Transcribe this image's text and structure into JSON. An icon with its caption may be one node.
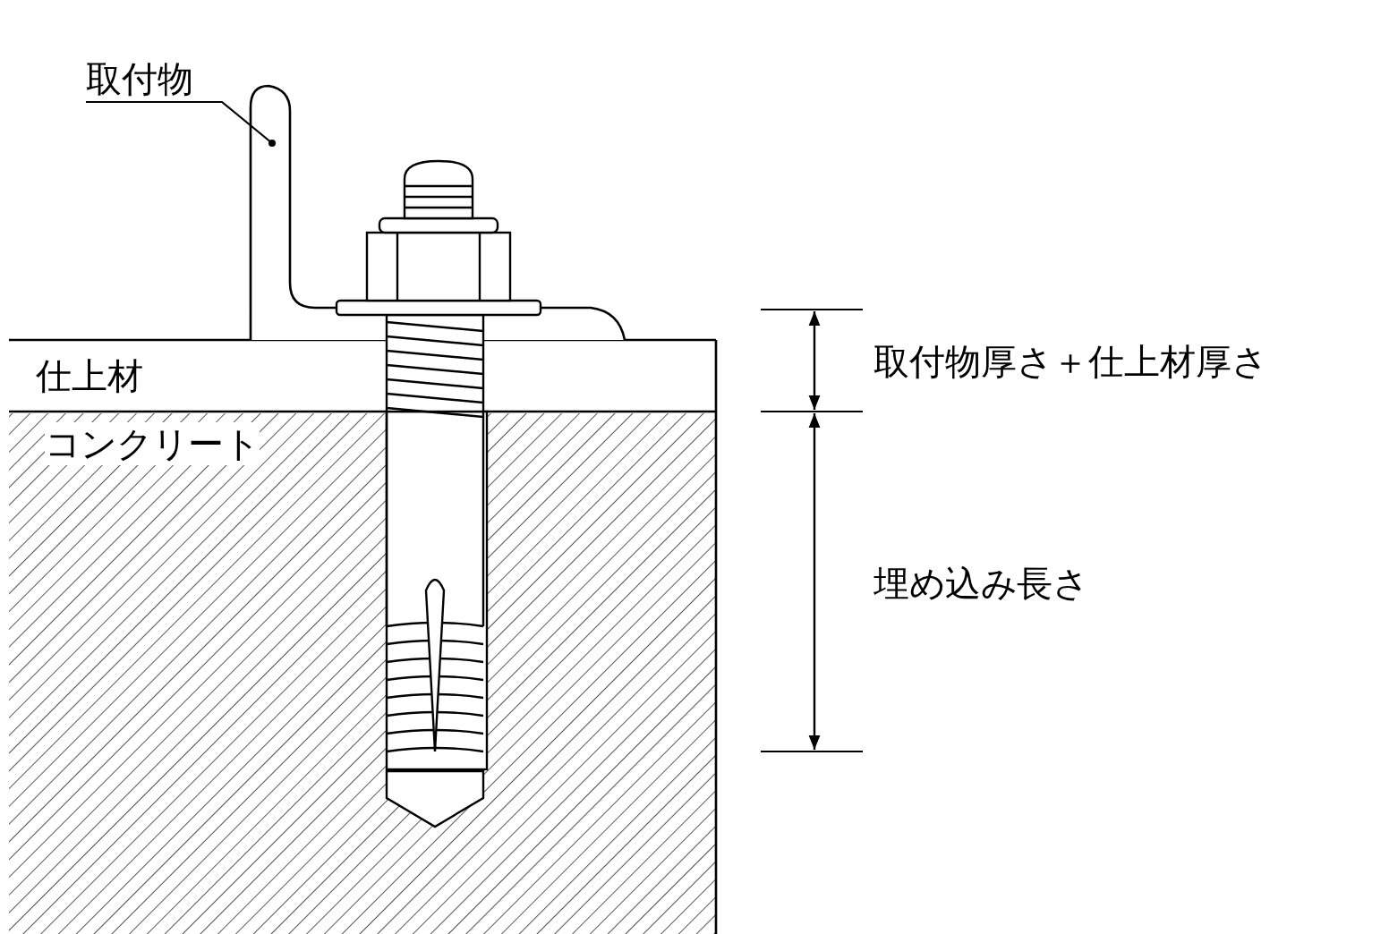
{
  "diagram": {
    "nodes": [
      {
        "text": [
          "取付物"
        ]
      },
      {
        "text": [],
        "shape": "picture"
      }
    ],
    "edges": [
      {
        "from": 0,
        "to": 1,
        "arrow": "other"
      }
    ],
    "labels": [
      "仕上材",
      "コンクリート",
      "取付物厚さ＋仕上材厚さ",
      "埋め込み長さ"
    ]
  }
}
